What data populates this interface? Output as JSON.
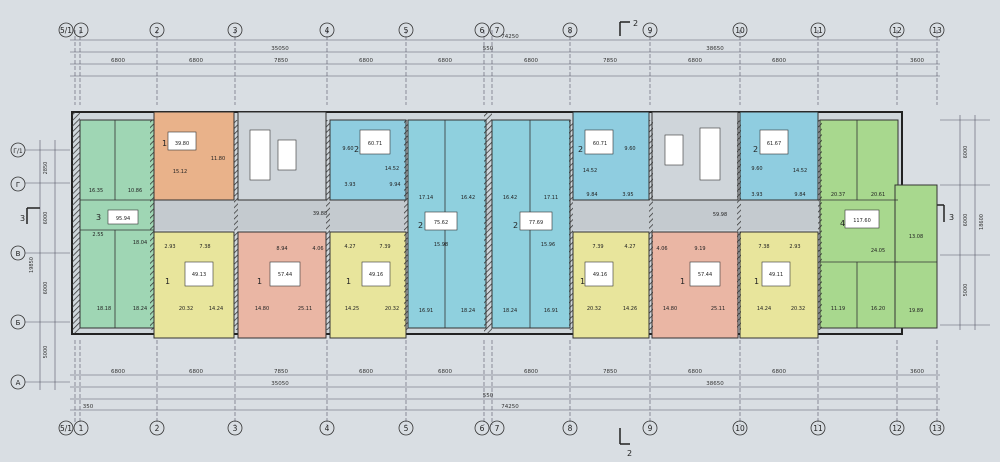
{
  "top_axes": [
    "5/1",
    "1",
    "2",
    "3",
    "4",
    "5",
    "6",
    "7",
    "8",
    "9",
    "10",
    "11",
    "12",
    "13"
  ],
  "bottom_axes": [
    "5/1",
    "1",
    "2",
    "3",
    "4",
    "5",
    "6",
    "7",
    "8",
    "9",
    "10",
    "11",
    "12",
    "13"
  ],
  "left_axes": [
    "Г/1",
    "Г",
    "В",
    "Б",
    "А"
  ],
  "left_axis_3": "3",
  "right_axis_3": "3",
  "section_marks": {
    "top": "2",
    "bottom": "2"
  },
  "top_dims": {
    "overall": "74250",
    "left_total": "35050",
    "right_total": "38650",
    "small_gap": "550",
    "left_spans": [
      "6800",
      "6800",
      "7850",
      "6800",
      "6800"
    ],
    "right_spans": [
      "6800",
      "7850",
      "6800",
      "6800",
      "3600"
    ]
  },
  "bottom_dims": {
    "overall": "74250",
    "left_total": "35050",
    "right_total": "38650",
    "small_gap": "550",
    "edge": "350",
    "left_spans": [
      "6800",
      "6800",
      "7850",
      "6800",
      "6800"
    ],
    "right_spans": [
      "6800",
      "7850",
      "6800",
      "6800",
      "3600"
    ]
  },
  "left_dims": [
    "2850",
    "6000",
    "6000",
    "5000"
  ],
  "left_total": "19850",
  "right_dims": [
    "6000",
    "6000",
    "5000"
  ],
  "right_total": "18600",
  "apartments": [
    {
      "rooms": "3",
      "area": "95.94",
      "lines": [
        "16.35",
        "10.86"
      ],
      "color": "#9fd6b4"
    },
    {
      "rooms": "1",
      "area": "39.80",
      "lines": [
        "15.12",
        "11.80"
      ],
      "color": "#e9b28a"
    },
    {
      "rooms": "2",
      "area": "60.71",
      "lines": [
        "9.60",
        "14.52"
      ],
      "color": "#8fcde0"
    },
    {
      "rooms": "2",
      "area": "75.62",
      "lines": [
        "17.14",
        "16.42"
      ],
      "color": "#8fd0de"
    },
    {
      "rooms": "2",
      "area": "77.69",
      "lines": [
        "16.42",
        "17.11"
      ],
      "color": "#8fd0de"
    },
    {
      "rooms": "2",
      "area": "60.71",
      "lines": [
        "14.52",
        "9.60"
      ],
      "color": "#8fcde0"
    },
    {
      "rooms": "2",
      "area": "61.67",
      "lines": [
        "9.60",
        "14.52"
      ],
      "color": "#8fcde0"
    },
    {
      "rooms": "4",
      "area": "117.60",
      "lines": [
        "20.37",
        "20.61"
      ],
      "color": "#a8d88e"
    },
    {
      "rooms": "1",
      "area": "49.13",
      "lines": [
        "20.32",
        "14.24"
      ],
      "color": "#e8e59c"
    },
    {
      "rooms": "1",
      "area": "57.44",
      "lines": [
        "14.80",
        "25.11"
      ],
      "color": "#eab6a4"
    },
    {
      "rooms": "1",
      "area": "49.16",
      "lines": [
        "14.25",
        "20.32"
      ],
      "color": "#e8e59c"
    },
    {
      "rooms": "1",
      "area": "49.16",
      "lines": [
        "20.32",
        "14.26"
      ],
      "color": "#e8e59c"
    },
    {
      "rooms": "1",
      "area": "57.44",
      "lines": [
        "14.80",
        "25.11"
      ],
      "color": "#eab6a4"
    },
    {
      "rooms": "1",
      "area": "49.11",
      "lines": [
        "14.24",
        "20.32"
      ],
      "color": "#e8e59c"
    }
  ],
  "room_labels": {
    "a1_bottom": [
      "18.18",
      "18.24"
    ],
    "a1_mid": [
      "2.55",
      "18.04"
    ],
    "corr_left": "39.88",
    "corr_right": "59.98",
    "m1": [
      "2.93",
      "7.38"
    ],
    "m2": [
      "8.94",
      "4.06"
    ],
    "m3": [
      "4.27",
      "7.39"
    ],
    "m4": [
      "7.39",
      "4.27"
    ],
    "m5": [
      "4.06",
      "9.19"
    ],
    "m6": [
      "7.38",
      "2.93"
    ],
    "mid_room_a": [
      "15.98",
      "16.91"
    ],
    "mid_room_b": [
      "16.91",
      "15.96"
    ],
    "r_big": [
      "11.19",
      "16.20"
    ],
    "r_tail": [
      "13.08",
      "19.89"
    ],
    "r_mid": "24.05",
    "upper_small": [
      "9.94",
      "3.93",
      "9.84",
      "3.95"
    ]
  }
}
